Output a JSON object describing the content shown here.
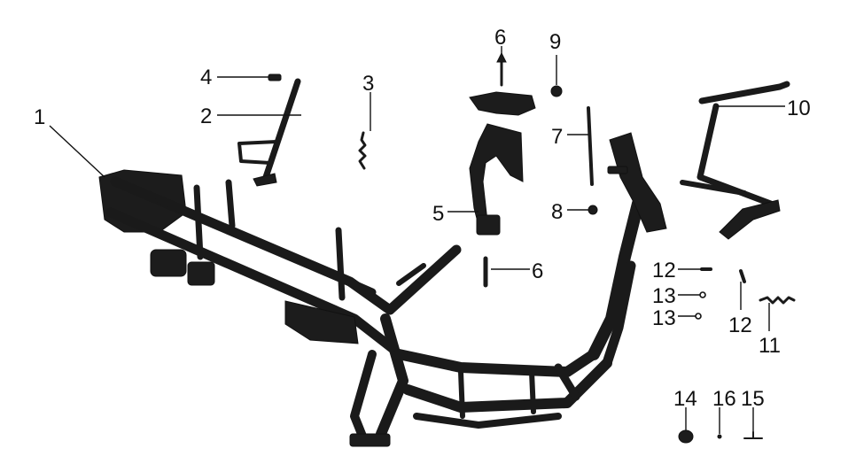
{
  "labels": {
    "l1": "1",
    "l2": "2",
    "l3": "3",
    "l4": "4",
    "l5": "5",
    "l6a": "6",
    "l6b": "6",
    "l7": "7",
    "l8": "8",
    "l9": "9",
    "l10": "10",
    "l11": "11",
    "l12a": "12",
    "l12b": "12",
    "l13a": "13",
    "l13b": "13",
    "l14": "14",
    "l15": "15",
    "l16": "16"
  },
  "colors": {
    "ink": "#1a1a1a",
    "background": "#ffffff"
  }
}
